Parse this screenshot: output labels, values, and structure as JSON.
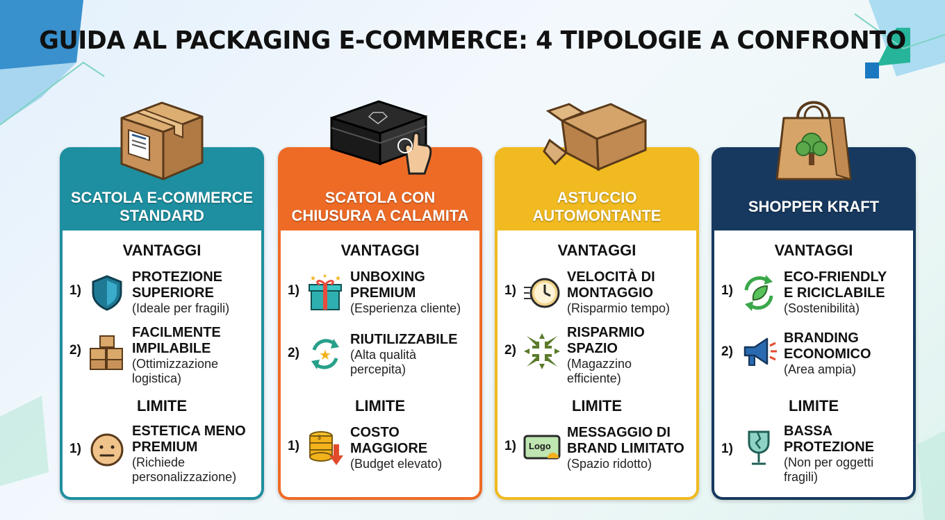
{
  "title": "GUIDA AL PACKAGING E-COMMERCE: 4 TIPOLOGIE A CONFRONTO",
  "colors": {
    "teal": "#1e8fa0",
    "orange": "#ee6b26",
    "yellow": "#f0ba20",
    "navy": "#17395f"
  },
  "cards": [
    {
      "header": "SCATOLA E-COMMERCE\nSTANDARD",
      "product_icon": "cardboard-box-icon",
      "advantages_label": "VANTAGGI",
      "advantages": [
        {
          "num": "1)",
          "icon": "shield-icon",
          "title": "PROTEZIONE\nSUPERIORE",
          "subtitle": "(Ideale per fragili)"
        },
        {
          "num": "2)",
          "icon": "stacked-boxes-icon",
          "title": "FACILMENTE\nIMPILABILE",
          "subtitle": "(Ottimizzazione\nlogistica)"
        }
      ],
      "limit_label": "LIMITE",
      "limits": [
        {
          "num": "1)",
          "icon": "neutral-face-icon",
          "title": "ESTETICA MENO\nPREMIUM",
          "subtitle": "(Richiede\npersonalizzazione)"
        }
      ]
    },
    {
      "header": "SCATOLA CON\nCHIUSURA A CALAMITA",
      "product_icon": "magnetic-box-icon",
      "advantages_label": "VANTAGGI",
      "advantages": [
        {
          "num": "1)",
          "icon": "gift-icon",
          "title": "UNBOXING\nPREMIUM",
          "subtitle": "(Esperienza cliente)"
        },
        {
          "num": "2)",
          "icon": "reuse-star-icon",
          "title": "RIUTILIZZABILE",
          "subtitle": "(Alta qualità\npercepita)"
        }
      ],
      "limit_label": "LIMITE",
      "limits": [
        {
          "num": "1)",
          "icon": "coins-down-icon",
          "title": "COSTO\nMAGGIORE",
          "subtitle": "(Budget elevato)"
        }
      ]
    },
    {
      "header": "ASTUCCIO\nAUTOMONTANTE",
      "product_icon": "folding-carton-icon",
      "advantages_label": "VANTAGGI",
      "advantages": [
        {
          "num": "1)",
          "icon": "clock-icon",
          "title": "VELOCITÀ DI\nMONTAGGIO",
          "subtitle": "(Risparmio tempo)"
        },
        {
          "num": "2)",
          "icon": "compress-arrows-icon",
          "title": "RISPARMIO\nSPAZIO",
          "subtitle": "(Magazzino\nefficiente)"
        }
      ],
      "limit_label": "LIMITE",
      "limits": [
        {
          "num": "1)",
          "icon": "logo-card-icon",
          "logo_text": "Logo",
          "title": "MESSAGGIO DI\nBRAND LIMITATO",
          "subtitle": "(Spazio ridotto)"
        }
      ]
    },
    {
      "header": "SHOPPER KRAFT",
      "product_icon": "kraft-bag-icon",
      "advantages_label": "VANTAGGI",
      "advantages": [
        {
          "num": "1)",
          "icon": "recycle-leaf-icon",
          "title": "ECO-FRIENDLY\nE RICICLABILE",
          "subtitle": "(Sostenibilità)"
        },
        {
          "num": "2)",
          "icon": "megaphone-icon",
          "title": "BRANDING\nECONOMICO",
          "subtitle": "(Area ampia)"
        }
      ],
      "limit_label": "LIMITE",
      "limits": [
        {
          "num": "1)",
          "icon": "broken-glass-icon",
          "title": "BASSA\nPROTEZIONE",
          "subtitle": "(Non per oggetti\nfragili)"
        }
      ]
    }
  ]
}
